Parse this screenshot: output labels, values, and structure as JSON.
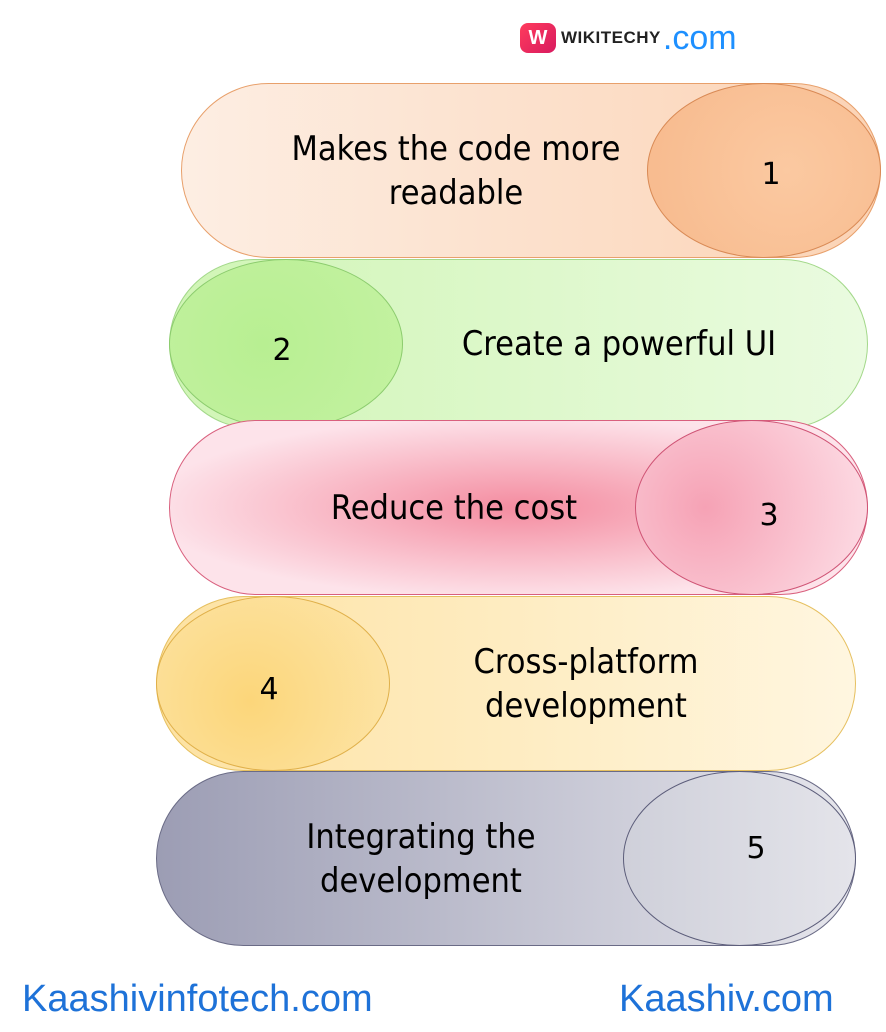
{
  "logo": {
    "mark": "W",
    "name": "WIKITECHY",
    "suffix": ".com"
  },
  "items": [
    {
      "number": "1",
      "text": "Makes the code more readable"
    },
    {
      "number": "2",
      "text": "Create a powerful UI"
    },
    {
      "number": "3",
      "text": "Reduce the cost"
    },
    {
      "number": "4",
      "text": "Cross-platform development"
    },
    {
      "number": "5",
      "text": "Integrating the development"
    }
  ],
  "footer": {
    "left": "Kaashivinfotech.com",
    "right": "Kaashiv.com"
  },
  "colors": {
    "item1": "#fbc9a1",
    "item2": "#b8ef92",
    "item3": "#f48ca0",
    "item4": "#fcd67a",
    "item5": "#9c9db4",
    "link": "#1e72d8"
  }
}
